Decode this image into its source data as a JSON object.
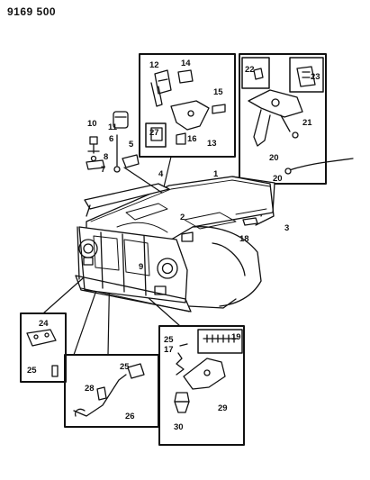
{
  "diagram": {
    "code": "9169 500",
    "callouts": [
      {
        "id": "1",
        "text": "1"
      },
      {
        "id": "2",
        "text": "2"
      },
      {
        "id": "3",
        "text": "3"
      },
      {
        "id": "4",
        "text": "4"
      },
      {
        "id": "5",
        "text": "5"
      },
      {
        "id": "6",
        "text": "6"
      },
      {
        "id": "7",
        "text": "7"
      },
      {
        "id": "8",
        "text": "8"
      },
      {
        "id": "9",
        "text": "9"
      },
      {
        "id": "10",
        "text": "10"
      },
      {
        "id": "11",
        "text": "11"
      },
      {
        "id": "12",
        "text": "12"
      },
      {
        "id": "13",
        "text": "13"
      },
      {
        "id": "14",
        "text": "14"
      },
      {
        "id": "15",
        "text": "15"
      },
      {
        "id": "16",
        "text": "16"
      },
      {
        "id": "17",
        "text": "17"
      },
      {
        "id": "18",
        "text": "18"
      },
      {
        "id": "19",
        "text": "19"
      },
      {
        "id": "20a",
        "text": "20"
      },
      {
        "id": "20b",
        "text": "20"
      },
      {
        "id": "21",
        "text": "21"
      },
      {
        "id": "22",
        "text": "22"
      },
      {
        "id": "23",
        "text": "23"
      },
      {
        "id": "24",
        "text": "24"
      },
      {
        "id": "25a",
        "text": "25"
      },
      {
        "id": "25b",
        "text": "25"
      },
      {
        "id": "25c",
        "text": "25"
      },
      {
        "id": "26",
        "text": "26"
      },
      {
        "id": "27",
        "text": "27"
      },
      {
        "id": "28",
        "text": "28"
      },
      {
        "id": "29",
        "text": "29"
      },
      {
        "id": "30",
        "text": "30"
      }
    ]
  }
}
